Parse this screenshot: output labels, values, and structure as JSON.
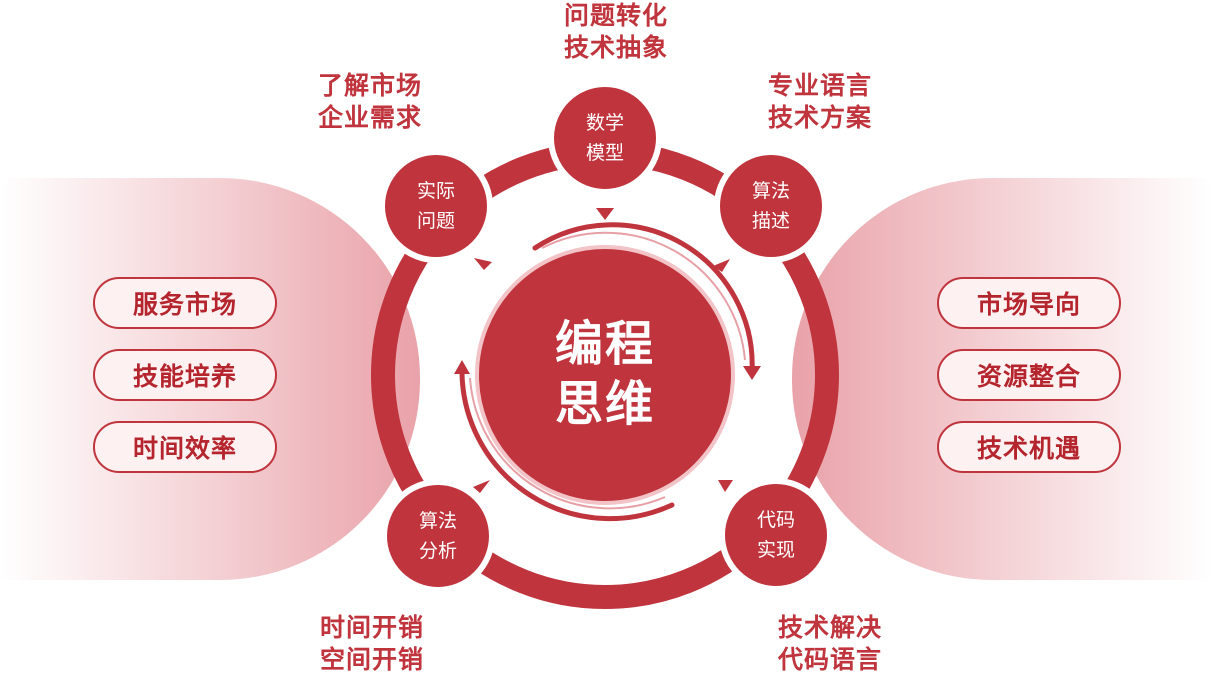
{
  "center": {
    "line1": "编程",
    "line2": "思维"
  },
  "nodes": [
    {
      "line1": "数学",
      "line2": "模型"
    },
    {
      "line1": "算法",
      "line2": "描述"
    },
    {
      "line1": "代码",
      "line2": "实现"
    },
    {
      "line1": "算法",
      "line2": "分析"
    },
    {
      "line1": "实际",
      "line2": "问题"
    }
  ],
  "annotations": [
    {
      "line1": "问题转化",
      "line2": "技术抽象"
    },
    {
      "line1": "专业语言",
      "line2": "技术方案"
    },
    {
      "line1": "技术解决",
      "line2": "代码语言"
    },
    {
      "line1": "时间开销",
      "line2": "空间开销"
    },
    {
      "line1": "了解市场",
      "line2": "企业需求"
    }
  ],
  "left_items": [
    "服务市场",
    "技能培养",
    "时间效率"
  ],
  "right_items": [
    "市场导向",
    "资源整合",
    "技术机遇"
  ],
  "colors": {
    "primary": "#c0343d",
    "dark": "#a5262e",
    "pill_bg": "#fdf1f2"
  }
}
